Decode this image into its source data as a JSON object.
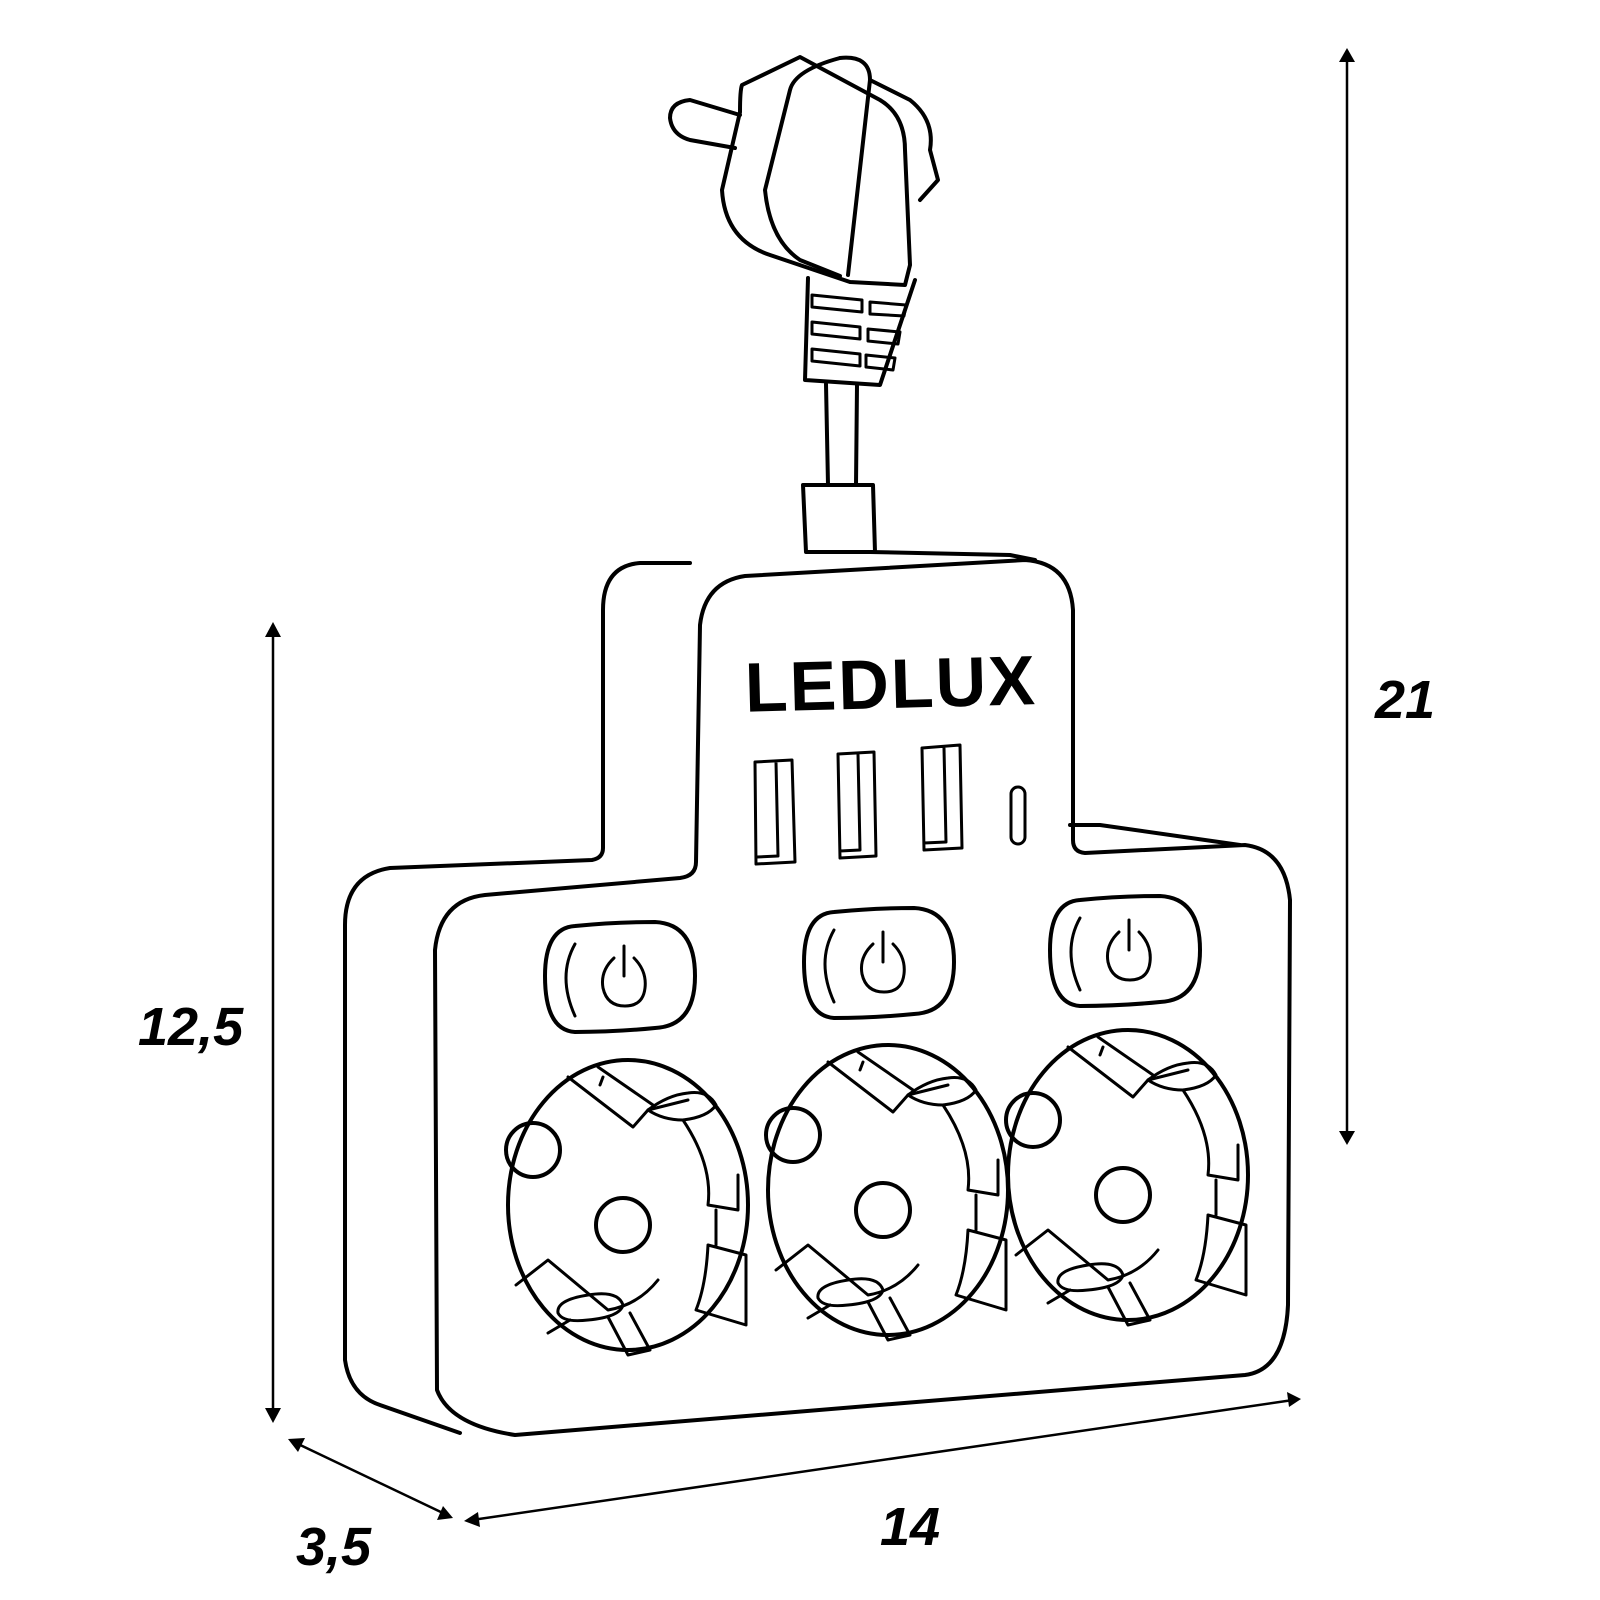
{
  "product": {
    "brand_text": "LEDLUX",
    "usb_a_ports": 3,
    "usb_c_ports": 1,
    "switches": 3,
    "sockets": 3
  },
  "dimensions": {
    "height_total": "21",
    "height_body": "12,5",
    "width": "14",
    "depth": "3,5"
  },
  "colors": {
    "line": "#000000",
    "background": "#ffffff"
  }
}
